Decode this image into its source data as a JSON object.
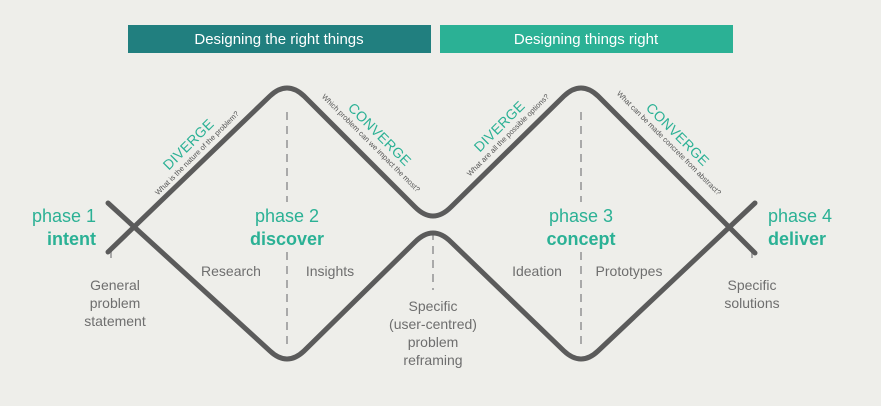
{
  "banners": {
    "left": {
      "label": "Designing the right things",
      "color": "#217f7f"
    },
    "right": {
      "label": "Designing things right",
      "color": "#2bb195"
    }
  },
  "phases": [
    {
      "number": "phase 1",
      "name": "intent"
    },
    {
      "number": "phase 2",
      "name": "discover"
    },
    {
      "number": "phase 3",
      "name": "concept"
    },
    {
      "number": "phase 4",
      "name": "deliver"
    }
  ],
  "modes": [
    {
      "label": "DIVERGE",
      "question": "What is the nature of the problem?"
    },
    {
      "label": "CONVERGE",
      "question": "Which problem can we impact the most?"
    },
    {
      "label": "DIVERGE",
      "question": "What are all the possible options?"
    },
    {
      "label": "CONVERGE",
      "question": "What can be made concrete from abstract?"
    }
  ],
  "areas": {
    "research": "Research",
    "insights": "Insights",
    "ideation": "Ideation",
    "prototypes": "Prototypes"
  },
  "notes": {
    "start": [
      "General",
      "problem",
      "statement"
    ],
    "middle": [
      "Specific",
      "(user-centred)",
      "problem",
      "reframing"
    ],
    "end": [
      "Specific",
      "solutions"
    ]
  },
  "colors": {
    "accent": "#2bb195",
    "line": "#5b5b5b",
    "dash": "#a9a9a9",
    "background": "#eeeeea"
  }
}
